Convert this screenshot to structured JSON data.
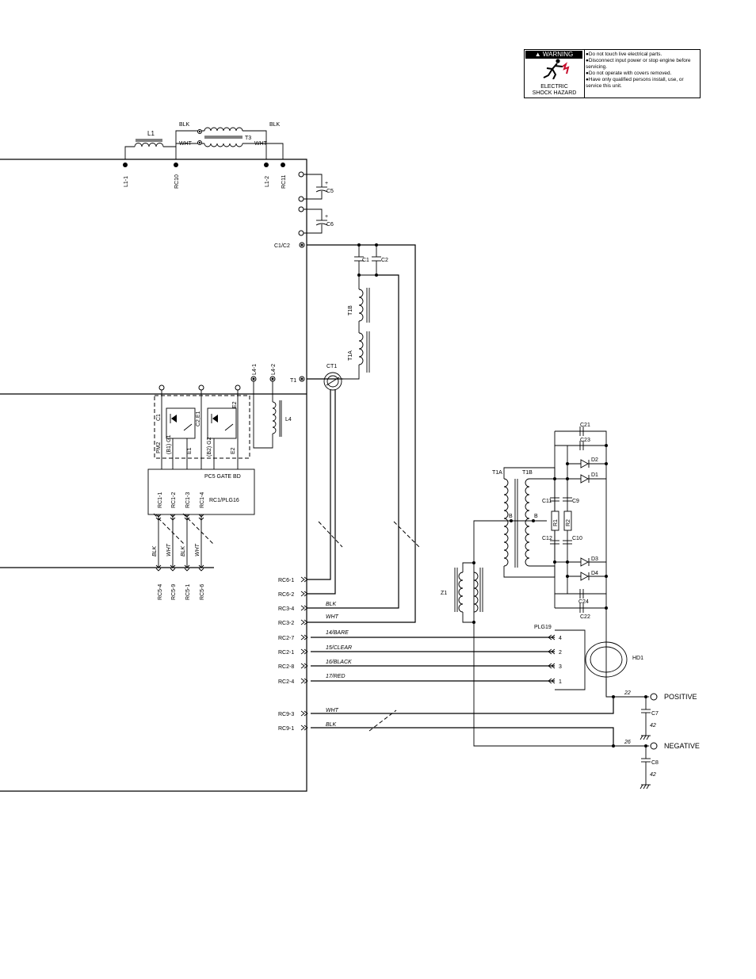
{
  "warning": {
    "header": "WARNING",
    "caption_line1": "ELECTRIC",
    "caption_line2": "SHOCK HAZARD",
    "items": [
      "Do not touch live electrical parts.",
      "Disconnect input power or stop engine before servicing.",
      "Do not operate with covers removed.",
      "Have only qualified persons install, use, or service this unit."
    ],
    "colors": {
      "hazard": "#c8102e",
      "ink": "#000000"
    }
  },
  "top": {
    "L1": "L1",
    "BLK_a": "BLK",
    "BLK_b": "BLK",
    "WHT_a": "WHT",
    "WHT_b": "WHT",
    "T3": "T3",
    "L1_1": "L1-1",
    "RC10": "RC10",
    "L1_2": "L1-2",
    "RC11": "RC11",
    "C5": "C5",
    "C6": "C6",
    "plus": "+",
    "C1C2": "C1/C2",
    "C1": "C1",
    "C2": "C2",
    "T1B": "T1B",
    "T1A": "T1A",
    "CT1": "CT1",
    "T1": "T1",
    "L4_1": "L4-1",
    "L4_2": "L4-2",
    "L4": "L4"
  },
  "pm2": {
    "PM2": "PM2",
    "C1": "C1",
    "C2E1": "C2,E1",
    "E2a": "E2",
    "B1G1": "(B1) G1",
    "E1": "E1",
    "B2G2": "(B2) G2",
    "E2b": "E2",
    "PC5": "PC5  GATE  BD",
    "RC1PLG16": "RC1/PLG16",
    "rc1": [
      "RC1-1",
      "RC1-2",
      "RC1-3",
      "RC1-4"
    ],
    "wires": [
      "BLK",
      "WHT",
      "BLK",
      "WHT"
    ],
    "rc5": [
      "RC5-4",
      "RC5-9",
      "RC5-1",
      "RC5-6"
    ]
  },
  "rc_connectors": [
    {
      "pin": "RC6-1",
      "wire": ""
    },
    {
      "pin": "RC6-2",
      "wire": ""
    },
    {
      "pin": "RC3-4",
      "wire": "BLK"
    },
    {
      "pin": "RC3-2",
      "wire": "WHT"
    },
    {
      "pin": "RC2-7",
      "wire": "14/BARE"
    },
    {
      "pin": "RC2-1",
      "wire": "15/CLEAR"
    },
    {
      "pin": "RC2-8",
      "wire": "16/BLACK"
    },
    {
      "pin": "RC2-4",
      "wire": "17/RED"
    },
    {
      "pin": "RC9-3",
      "wire": "WHT"
    },
    {
      "pin": "RC9-1",
      "wire": "BLK"
    }
  ],
  "output": {
    "T1A": "T1A",
    "T1B": "T1B",
    "Z1": "Z1",
    "C21": "C21",
    "C23": "C23",
    "D2": "D2",
    "D1": "D1",
    "C11": "C11",
    "C9": "C9",
    "R1": "R1",
    "R2": "R2",
    "C12": "C12",
    "C10": "C10",
    "D3": "D3",
    "D4": "D4",
    "C24": "C24",
    "C22": "C22",
    "B": "B",
    "PLG19": "PLG19",
    "plg_pins": [
      "4",
      "2",
      "3",
      "1"
    ],
    "HD1": "HD1",
    "w22": "22",
    "w26": "26",
    "C7": "C7",
    "C8": "C8",
    "w42a": "42",
    "w42b": "42",
    "positive": "POSITIVE",
    "negative": "NEGATIVE"
  }
}
